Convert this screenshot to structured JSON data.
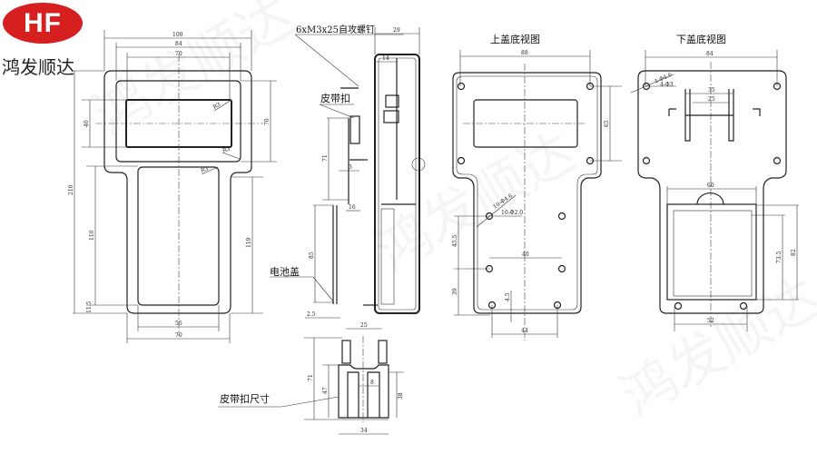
{
  "brand": {
    "logo_text": "HF",
    "name": "鸿发顺达",
    "watermark": "鸿发顺达"
  },
  "front_view": {
    "dims": {
      "w100": "100",
      "w84": "84",
      "w70": "70",
      "h40": "40",
      "h70": "70",
      "h210": "210",
      "h110": "110",
      "h119": "119",
      "w55": "55",
      "w70b": "70",
      "r1": "R3",
      "r2": "R3",
      "r3": "R3",
      "r4": "11.5"
    }
  },
  "side_view": {
    "screw_label": "6xM3x25自攻螺钉",
    "belt_clip_label": "皮带扣",
    "battery_cover_label": "电池盖",
    "dims": {
      "d29": "29",
      "d14": "14",
      "d71": "71",
      "d3": "3",
      "d16": "16",
      "d85": "85",
      "d2_5": "2.5"
    }
  },
  "clip_detail": {
    "label": "皮带扣尺寸",
    "dims": {
      "d25": "25",
      "d71": "71",
      "d47": "47",
      "d8": "8",
      "d38": "38",
      "d34": "34"
    }
  },
  "top_cover": {
    "title": "上盖底视图",
    "dims": {
      "d88": "88",
      "d65": "65",
      "hole1": "10-Φ4.6",
      "hole2": "10-Φ2.0",
      "d45_5": "45.5",
      "d40": "40",
      "d39": "39",
      "d4_5": "4.5",
      "d44": "44"
    }
  },
  "bottom_cover": {
    "title": "下盖底视图",
    "dims": {
      "d84": "84",
      "hole1": "4-Φ4.6",
      "hole2": "4-Φ3",
      "d35": "35",
      "d25": "25",
      "d60": "60",
      "d73_5": "73.5",
      "d82": "82",
      "d52": "52"
    }
  }
}
